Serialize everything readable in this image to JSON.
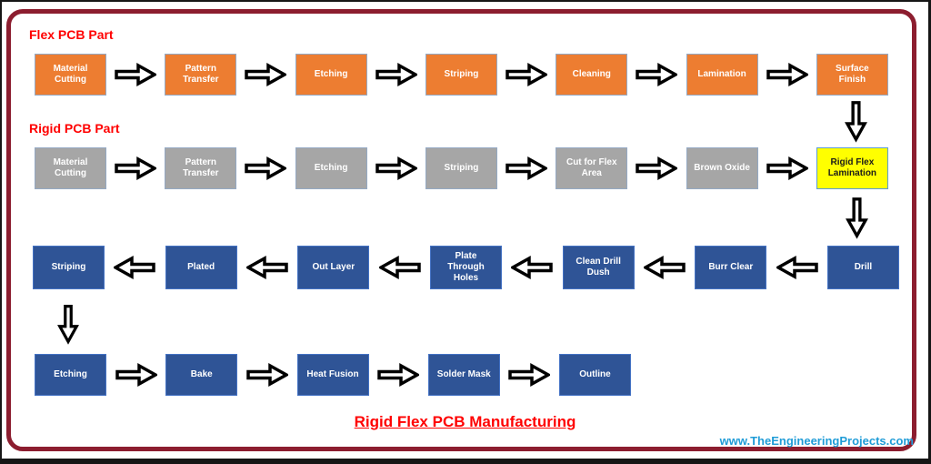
{
  "page": {
    "title": "Rigid Flex PCB Manufacturing",
    "website": "www.TheEngineeringProjects.com"
  },
  "colors": {
    "page_border_maroon": "#8C1D2F",
    "heading_red": "#FF0000",
    "flex_step_orange": "#ED7D31",
    "rigid_step_gray": "#A6A6A6",
    "process_step_blue": "#2F5496",
    "lamination_highlight_yellow": "#FFFF00",
    "website_blue": "#1F9CD7",
    "arrow_outline_black": "#000000"
  },
  "sections": {
    "flex": {
      "label": "Flex PCB Part"
    },
    "rigid": {
      "label": "Rigid PCB Part"
    }
  },
  "rows": [
    {
      "name": "flex-pcb-row",
      "box_style": "orange",
      "arrow_direction": "right",
      "steps": [
        "Material Cutting",
        "Pattern Transfer",
        "Etching",
        "Striping",
        "Cleaning",
        "Lamination",
        "Surface Finish"
      ]
    },
    {
      "name": "rigid-pcb-row",
      "box_style": "gray",
      "arrow_direction": "right",
      "last_step_style": "yellow",
      "steps": [
        "Material Cutting",
        "Pattern Transfer",
        "Etching",
        "Striping",
        "Cut for Flex Area",
        "Brown Oxide",
        "Rigid Flex Lamination"
      ]
    },
    {
      "name": "drilling-row",
      "box_style": "blue",
      "arrow_direction": "left",
      "steps": [
        "Striping",
        "Plated",
        "Out Layer",
        "Plate Through Holes",
        "Clean Drill Dush",
        "Burr Clear",
        "Drill"
      ]
    },
    {
      "name": "finishing-row",
      "box_style": "blue",
      "arrow_direction": "right",
      "steps": [
        "Etching",
        "Bake",
        "Heat Fusion",
        "Solder Mask",
        "Outline"
      ]
    }
  ]
}
